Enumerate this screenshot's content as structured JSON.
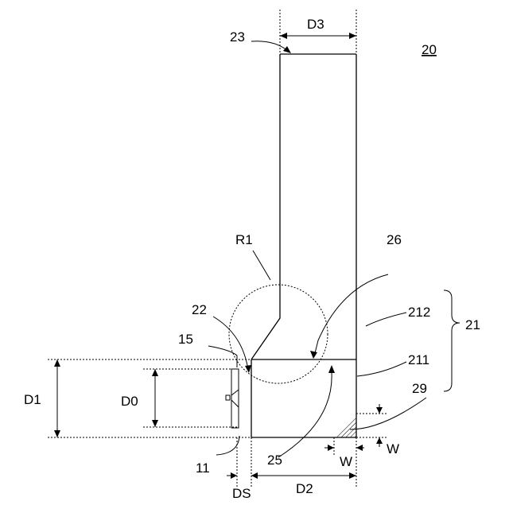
{
  "figure_number": "20",
  "labels": {
    "d3": "D3",
    "ref_23": "23",
    "r1": "R1",
    "ref_26": "26",
    "ref_22": "22",
    "ref_212": "212",
    "ref_21": "21",
    "ref_15": "15",
    "ref_211": "211",
    "ref_29": "29",
    "d1": "D1",
    "d0": "D0",
    "ref_11": "11",
    "ref_25": "25",
    "w_horizontal": "W",
    "w_vertical": "W",
    "ds": "DS",
    "d2": "D2"
  }
}
